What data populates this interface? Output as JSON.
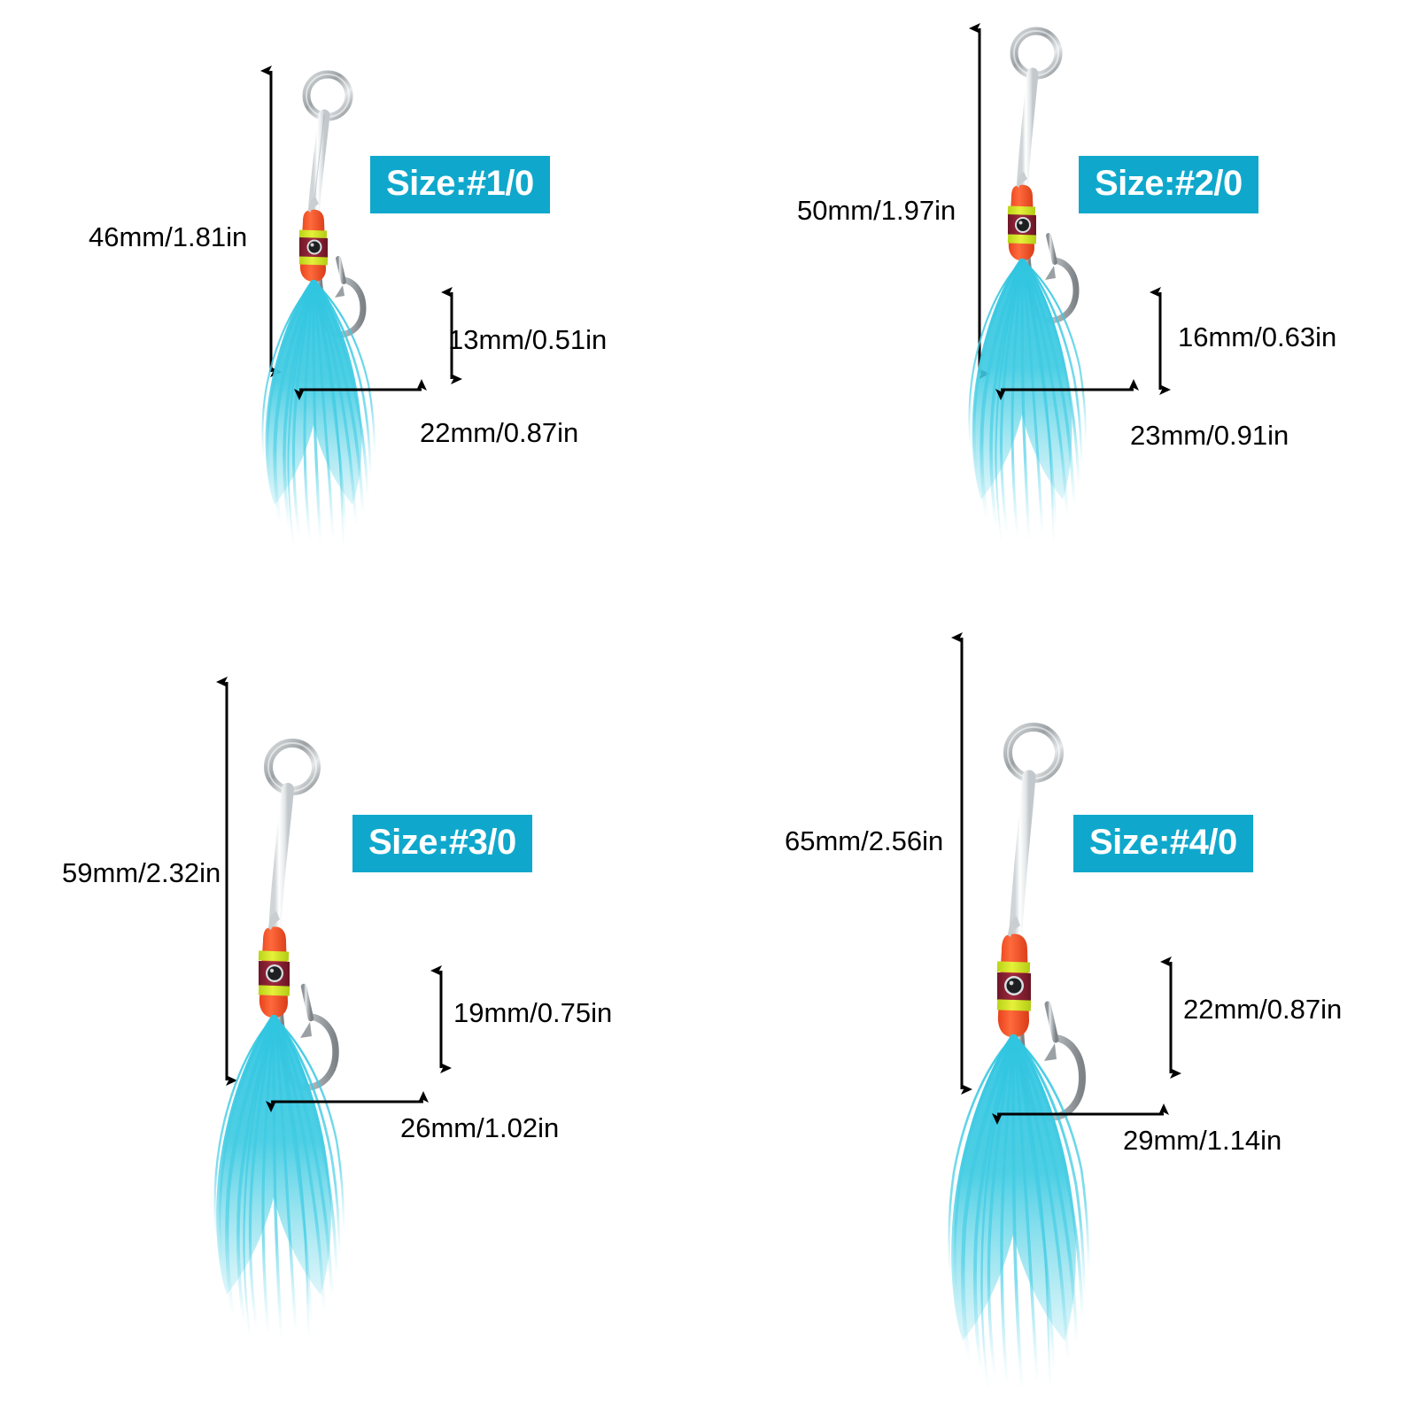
{
  "page": {
    "background": "#ffffff",
    "badge_color": "#0fa8cc",
    "badge_text_color": "#ffffff",
    "text_color": "#000000",
    "feather_color": "#33c4de",
    "hook_color": "#b9bec2",
    "head_orange": "#f9552e",
    "head_yellow": "#d6e32a",
    "head_maroon": "#8e2236",
    "cord_color": "#f2f4f5",
    "ring_color": "#a9aeb2"
  },
  "panels": [
    {
      "id": "panel-1-0",
      "badge_label": "Size:#1/0",
      "total_length": "46mm/1.81in",
      "hook_gap": "13mm/0.51in",
      "feather_width": "22mm/0.87in"
    },
    {
      "id": "panel-2-0",
      "badge_label": "Size:#2/0",
      "total_length": "50mm/1.97in",
      "hook_gap": "16mm/0.63in",
      "feather_width": "23mm/0.91in"
    },
    {
      "id": "panel-3-0",
      "badge_label": "Size:#3/0",
      "total_length": "59mm/2.32in",
      "hook_gap": "19mm/0.75in",
      "feather_width": "26mm/1.02in"
    },
    {
      "id": "panel-4-0",
      "badge_label": "Size:#4/0",
      "total_length": "65mm/2.56in",
      "hook_gap": "22mm/0.87in",
      "feather_width": "29mm/1.14in"
    }
  ]
}
